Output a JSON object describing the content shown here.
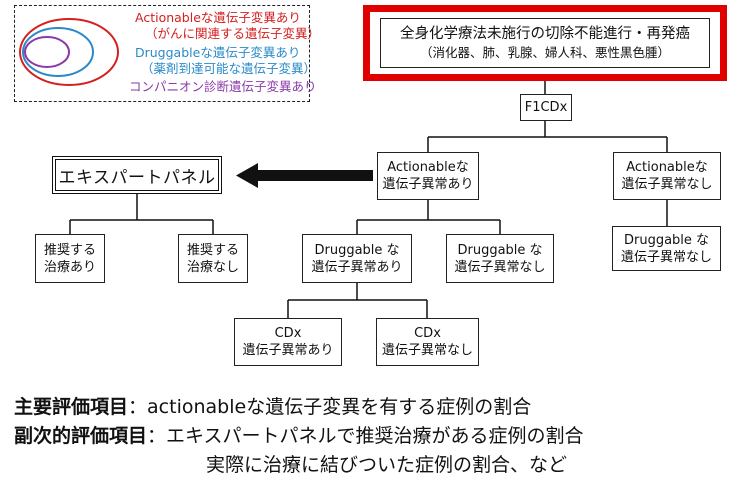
{
  "legend": {
    "line1": "Actionableな遺伝子変異あり",
    "line2": "（がんに関連する遺伝子変異）",
    "line3": "Druggableな遺伝子変異あり",
    "line4": "（薬剤到達可能な遺伝子変異）",
    "line5": "コンパニオン診断遺伝子変異あり",
    "colors": {
      "red": "#d42020",
      "blue": "#2a8ac8",
      "purple": "#8a3aaa"
    }
  },
  "top_box": {
    "title": "全身化学療法未施行の切除不能進行・再発癌",
    "subtitle": "（消化器、肺、乳腺、婦人科、悪性黒色腫）",
    "border_color": "#e00000"
  },
  "nodes": {
    "f1cdx": "F1CDx",
    "actionable_yes_1": "Actionableな",
    "actionable_yes_2": "遺伝子異常あり",
    "actionable_no_1": "Actionableな",
    "actionable_no_2": "遺伝子異常なし",
    "expert_panel": "エキスパートパネル",
    "recommended_yes_1": "推奨する",
    "recommended_yes_2": "治療あり",
    "recommended_no_1": "推奨する",
    "recommended_no_2": "治療なし",
    "druggable_yes_1": "Druggable な",
    "druggable_yes_2": "遺伝子異常あり",
    "druggable_no_1": "Druggable な",
    "druggable_no_2": "遺伝子異常なし",
    "druggable_no_right_1": "Druggable な",
    "druggable_no_right_2": "遺伝子異常なし",
    "cdx_yes_1": "CDx",
    "cdx_yes_2": "遺伝子異常あり",
    "cdx_no_1": "CDx",
    "cdx_no_2": "遺伝子異常なし"
  },
  "footer": {
    "primary_label": "主要評価項目",
    "primary_sep": "：",
    "primary_text": "actionableな遺伝子変異を有する症例の割合",
    "secondary_label": "副次的評価項目",
    "secondary_sep": "：",
    "secondary_text1": "エキスパートパネルで推奨治療がある症例の割合",
    "secondary_text2": "実際に治療に結びついた症例の割合、など"
  }
}
